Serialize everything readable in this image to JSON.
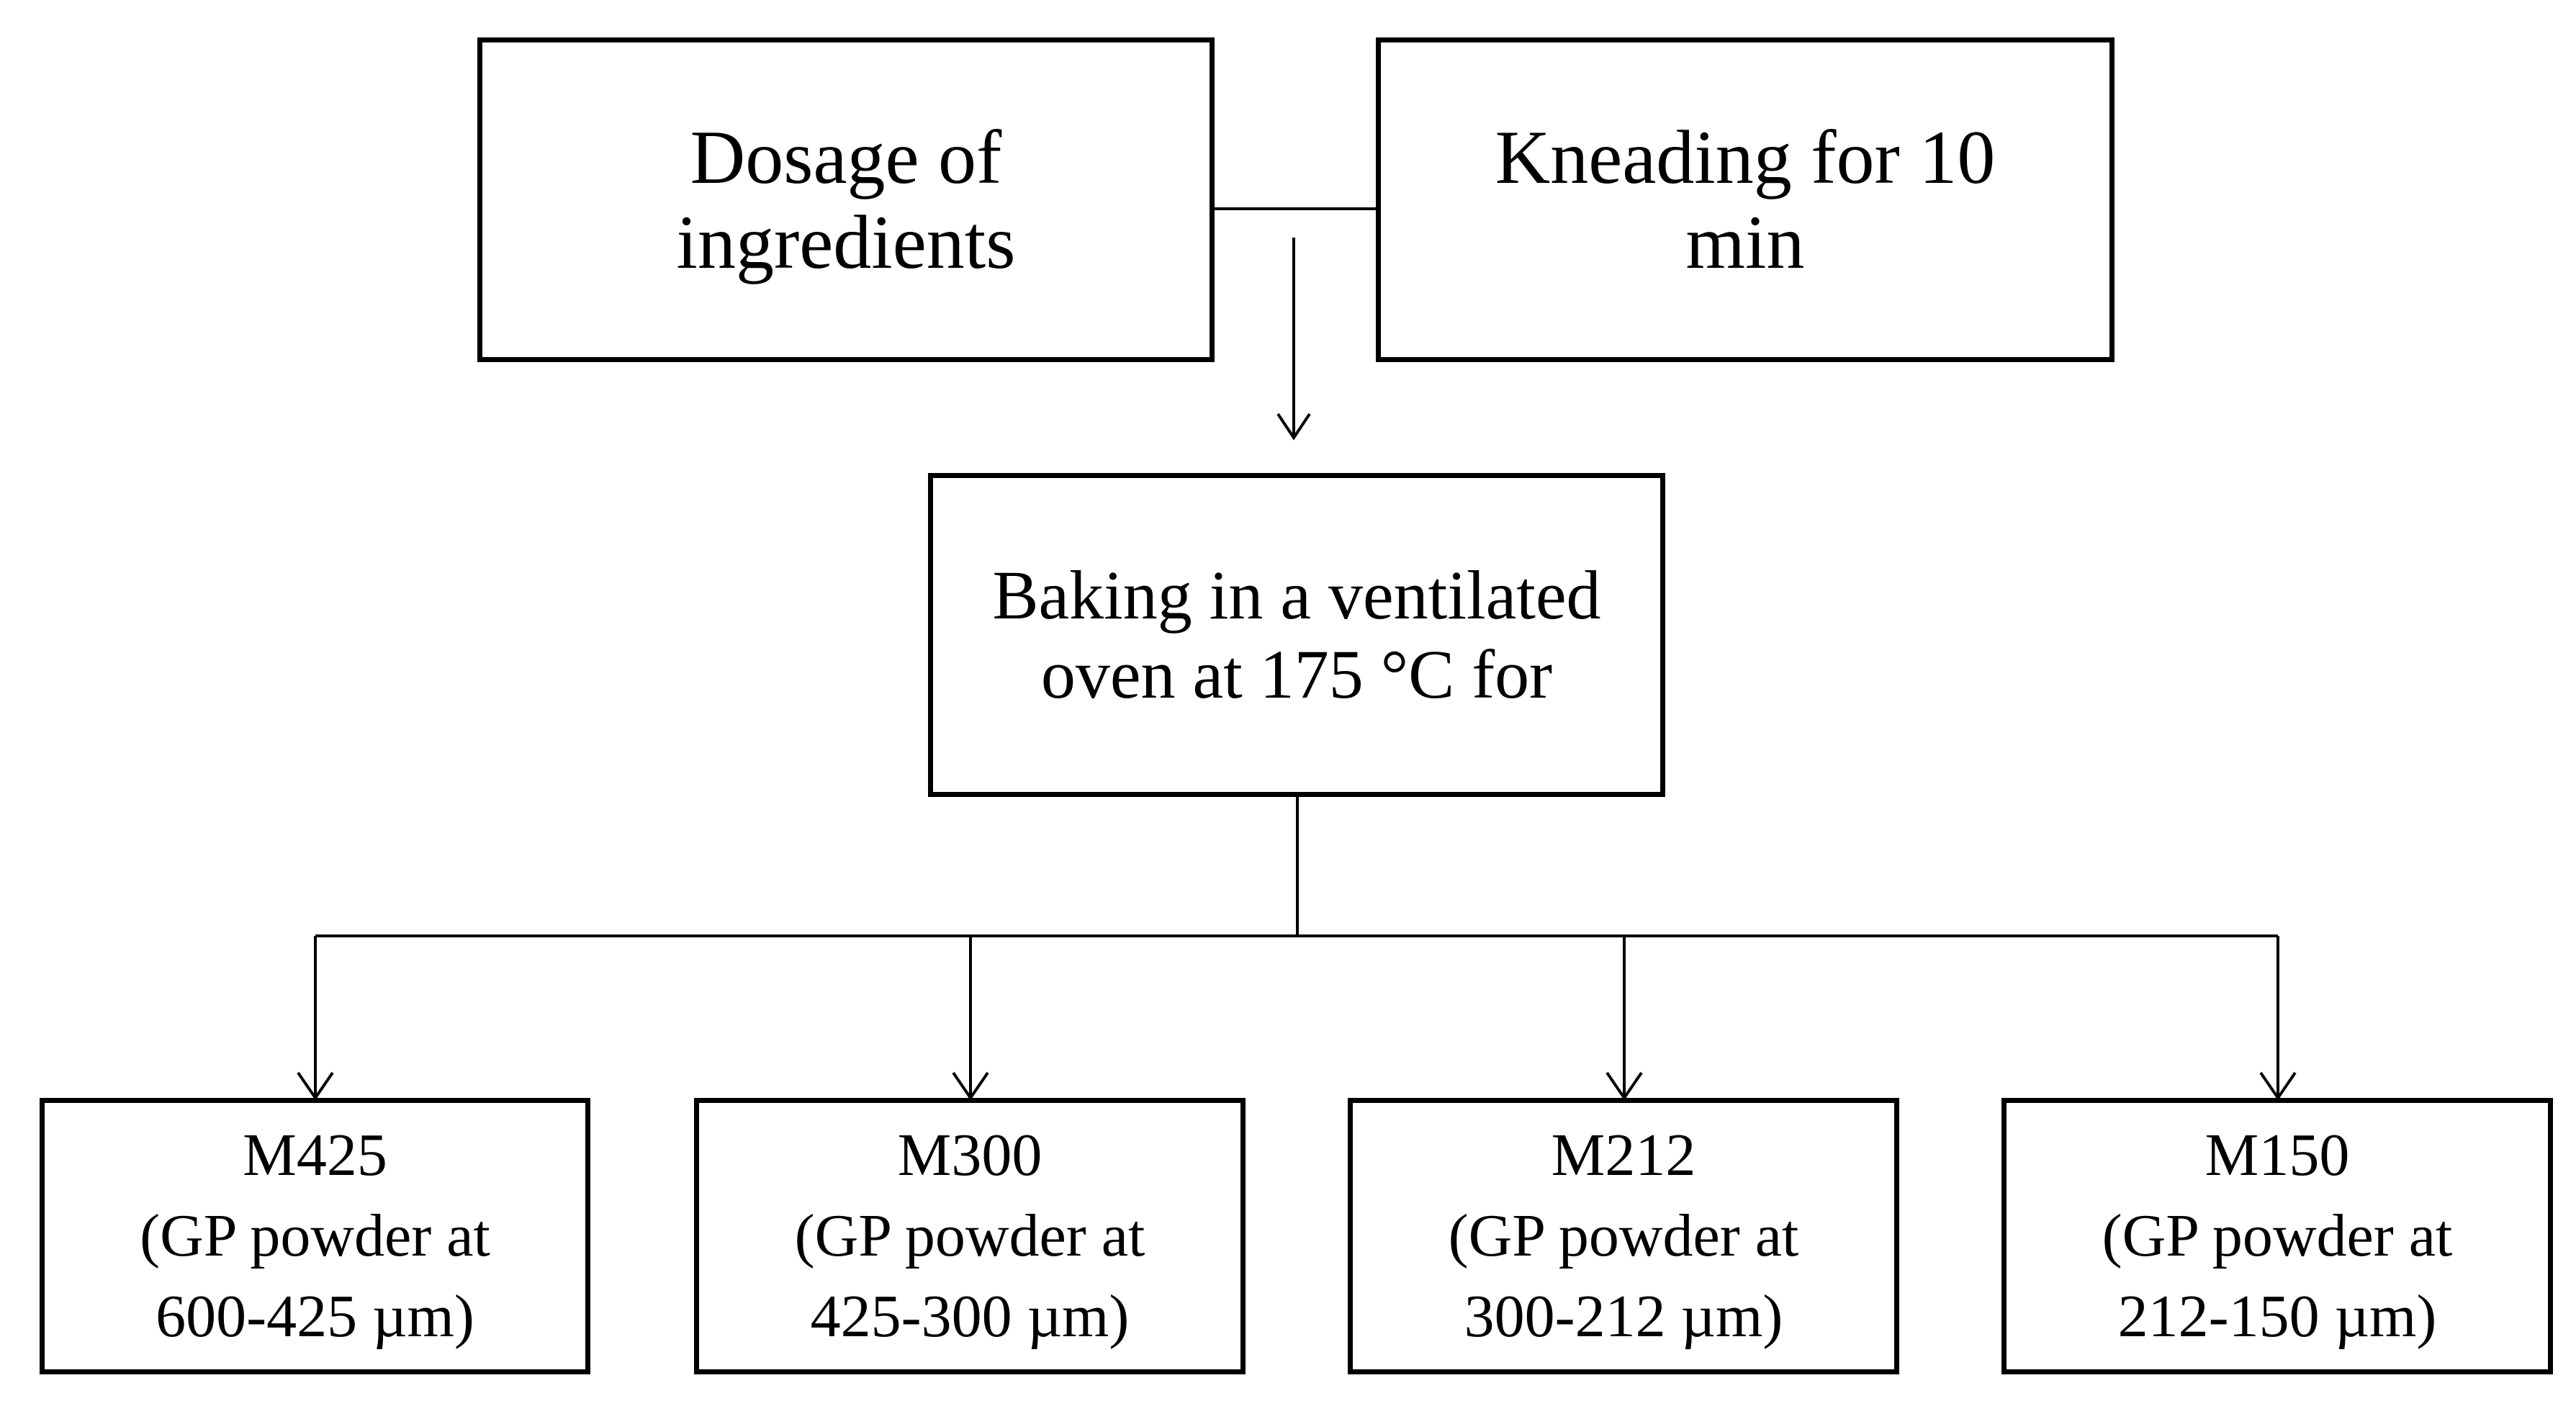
{
  "diagram": {
    "top_left": {
      "lines": [
        "Dosage of",
        "ingredients"
      ]
    },
    "top_right": {
      "lines": [
        "Kneading for 10",
        "min"
      ]
    },
    "middle": {
      "lines": [
        "Baking in a ventilated",
        "oven at 175 °C for"
      ]
    },
    "outputs": [
      {
        "code": "M425",
        "line1": "(GP powder at",
        "line2": "600-425 µm)"
      },
      {
        "code": "M300",
        "line1": "(GP powder at",
        "line2": "425-300 µm)"
      },
      {
        "code": "M212",
        "line1": "(GP powder at",
        "line2": "300-212 µm)"
      },
      {
        "code": "M150",
        "line1": "(GP powder at",
        "line2": "212-150 µm)"
      }
    ]
  }
}
